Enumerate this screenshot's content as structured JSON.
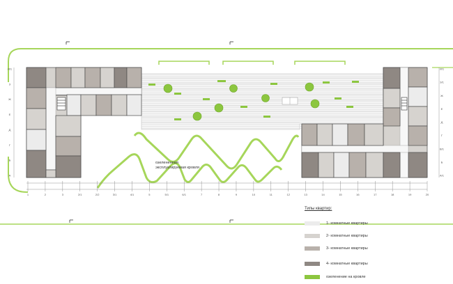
{
  "legend": {
    "title": "Типы квартир:",
    "items": [
      {
        "label": "1- комнатные квартиры",
        "color": "#ececec"
      },
      {
        "label": "2- комнатные квартиры",
        "color": "#d6d3cf"
      },
      {
        "label": "3- комнатные квартиры",
        "color": "#b8b1ab"
      },
      {
        "label": "4- комнатные квартиры",
        "color": "#8f8883"
      },
      {
        "label": "озеленение на кровле",
        "color": "#8cc63f"
      }
    ]
  },
  "roof_label": {
    "line1": "озелененная",
    "line2": "эксплуатируемая кровля"
  },
  "colors": {
    "greenery": "#8cc63f",
    "landscape_line": "#a6d65a",
    "walls": "#4a4a4a",
    "terrace": "#f2f2f2"
  },
  "axis_numbers_bottom": [
    "1",
    "2",
    "3",
    "2/1",
    "2/2",
    "3/1",
    "4/1",
    "5",
    "5/1",
    "6/1",
    "7",
    "8",
    "9",
    "10",
    "11",
    "12",
    "13",
    "14",
    "15",
    "16",
    "17",
    "18",
    "19",
    "20"
  ],
  "axis_letters_left": [
    "И/1",
    "З",
    "Ж",
    "Е",
    "Д",
    "Г",
    "Б",
    "А"
  ],
  "axis_letters_right": [
    "И/1",
    "З/1",
    "Ж",
    "Е",
    "Д",
    "Г",
    "В/1",
    "Б",
    "А/1"
  ]
}
